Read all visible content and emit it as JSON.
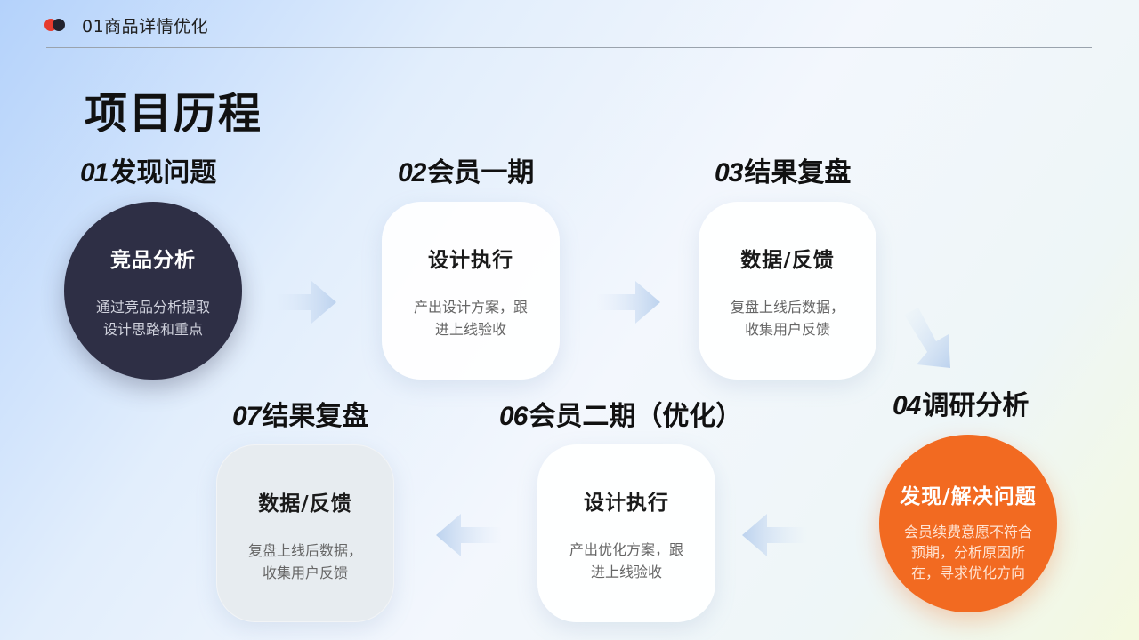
{
  "header": {
    "title": "01商品详情优化"
  },
  "page_title": "项目历程",
  "steps": [
    {
      "num": "01",
      "label": "发现问题",
      "node_title": "竞品分析",
      "desc_line1": "通过竞品分析提取",
      "desc_line2": "设计思路和重点"
    },
    {
      "num": "02",
      "label": "会员一期",
      "node_title": "设计执行",
      "desc_line1": "产出设计方案，跟",
      "desc_line2": "进上线验收"
    },
    {
      "num": "03",
      "label": "结果复盘",
      "node_title": "数据/反馈",
      "desc_line1": "复盘上线后数据，",
      "desc_line2": "收集用户反馈"
    },
    {
      "num": "04",
      "label": "调研分析",
      "node_title": "发现/解决问题",
      "desc_line1": "会员续费意愿不符合",
      "desc_line2": "预期，分析原因所",
      "desc_line3": "在，寻求优化方向"
    },
    {
      "num": "06",
      "label": "会员二期（优化）",
      "node_title": "设计执行",
      "desc_line1": "产出优化方案，跟",
      "desc_line2": "进上线验收"
    },
    {
      "num": "07",
      "label": "结果复盘",
      "node_title": "数据/反馈",
      "desc_line1": "复盘上线后数据，",
      "desc_line2": "收集用户反馈"
    }
  ],
  "colors": {
    "accent_orange": "#f26a21",
    "dark_node": "#2e2f45",
    "logo_red": "#e63b2e",
    "arrow": "#c9daf0"
  },
  "icons": [
    "logo-dots-icon",
    "arrow-right-icon",
    "arrow-down-right-icon",
    "arrow-left-icon"
  ]
}
